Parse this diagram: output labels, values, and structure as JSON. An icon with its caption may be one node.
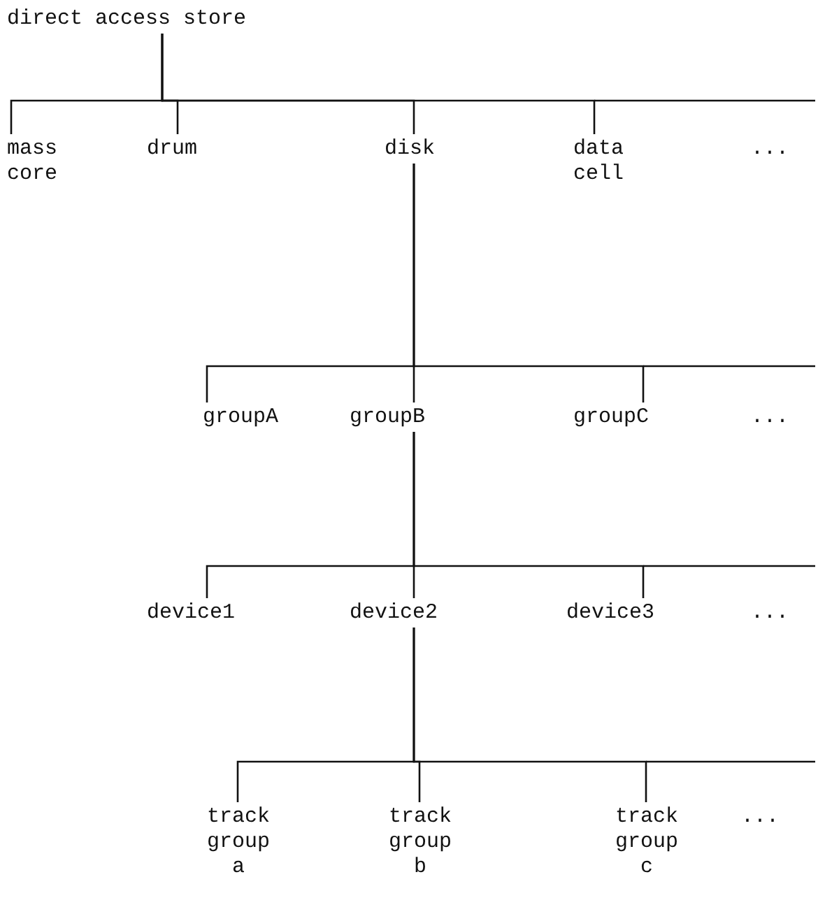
{
  "diagram": {
    "nodes": [
      {
        "text": [
          "direct access store"
        ]
      },
      {
        "text": [
          "mass core"
        ]
      },
      {
        "text": [
          "drum"
        ]
      },
      {
        "text": [
          "disk"
        ]
      },
      {
        "text": [
          "data cell"
        ]
      },
      {
        "text": [
          "groupA"
        ]
      },
      {
        "text": [
          "groupB"
        ]
      },
      {
        "text": [
          "groupC"
        ]
      },
      {
        "text": [
          "device1"
        ]
      },
      {
        "text": [
          "device2"
        ]
      },
      {
        "text": [
          "device3"
        ]
      },
      {
        "text": [
          "track group a"
        ]
      },
      {
        "text": [
          "track group b"
        ]
      },
      {
        "text": [
          "track group c"
        ]
      }
    ],
    "edges": [
      {
        "from": 0,
        "to": 1,
        "arrow": "none"
      },
      {
        "from": 0,
        "to": 2,
        "arrow": "none"
      },
      {
        "from": 0,
        "to": 3,
        "arrow": "none"
      },
      {
        "from": 0,
        "to": 4,
        "arrow": "none"
      },
      {
        "from": 3,
        "to": 5,
        "arrow": "none"
      },
      {
        "from": 3,
        "to": 6,
        "arrow": "none"
      },
      {
        "from": 3,
        "to": 7,
        "arrow": "none"
      },
      {
        "from": 6,
        "to": 8,
        "arrow": "none"
      },
      {
        "from": 6,
        "to": 9,
        "arrow": "none"
      },
      {
        "from": 6,
        "to": 10,
        "arrow": "none"
      },
      {
        "from": 9,
        "to": 11,
        "arrow": "none"
      },
      {
        "from": 9,
        "to": 12,
        "arrow": "none"
      },
      {
        "from": 9,
        "to": 13,
        "arrow": "none"
      }
    ],
    "labels": [
      "...",
      "...",
      "...",
      "..."
    ]
  }
}
